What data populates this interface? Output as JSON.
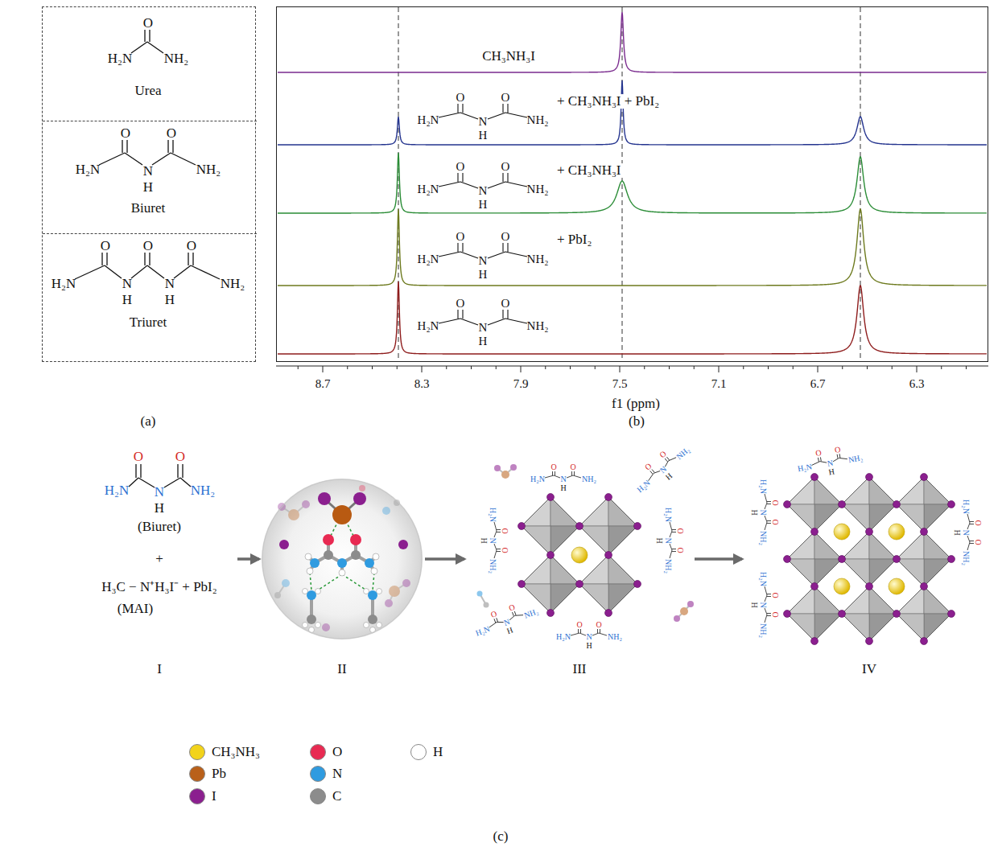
{
  "diagram": {
    "nodes": [
      {
        "text": [
          "(a)"
        ]
      },
      {
        "text": [
          "O",
          "H₂N",
          "NH₂",
          "Urea"
        ],
        "in": 0
      },
      {
        "text": [
          "O",
          "O",
          "H₂N",
          "N",
          "NH₂",
          "H",
          "Biuret"
        ],
        "in": 0
      },
      {
        "text": [
          "O",
          "O",
          "O",
          "H₂N",
          "N",
          "N",
          "NH₂",
          "H",
          "H",
          "Triuret"
        ],
        "in": 0
      },
      {
        "text": [
          "(b)"
        ]
      },
      {
        "text": [
          "O",
          "O",
          "H₂N",
          "N",
          "NH₂",
          "H",
          "(Biuret)",
          "+",
          "H₃C − N⁺H₃I⁻ + PbI₂",
          "(MAI)",
          "I"
        ]
      },
      {
        "text": [
          "II"
        ]
      },
      {
        "text": [
          "III"
        ]
      },
      {
        "text": [
          "IV"
        ]
      }
    ],
    "edges": [
      {
        "from": 5,
        "to": 6,
        "arrow": "to"
      },
      {
        "from": 6,
        "to": 7,
        "arrow": "to"
      },
      {
        "from": 7,
        "to": 8,
        "arrow": "to"
      }
    ],
    "labels": [
      "8.7",
      "8.3",
      "7.9",
      "7.5",
      "7.1",
      "6.7",
      "6.3",
      "f1 (ppm)",
      "CH₃NH₃I",
      "O",
      "O",
      "H₂N",
      "N",
      "NH₂",
      "H",
      "+ CH₃NH₃I + PbI₂",
      "O",
      "O",
      "H₂N",
      "N",
      "NH₂",
      "H",
      "+ CH₃NH₃I",
      "O",
      "O",
      "H₂N",
      "N",
      "NH₂",
      "H",
      "+ PbI₂",
      "O",
      "O",
      "H₂N",
      "N",
      "NH₂",
      "H",
      "(c)",
      "O",
      "O",
      "H₂N",
      "N",
      "NH₂",
      "H",
      "O",
      "O",
      "H₂N",
      "N",
      "NH₂",
      "H",
      "O",
      "O",
      "H₂N",
      "N",
      "NH₂",
      "H",
      "O",
      "O",
      "H₂N",
      "N",
      "NH₂",
      "H",
      "O",
      "O",
      "H₂N",
      "N",
      "NH₂",
      "H",
      "O",
      "O",
      "H₂N",
      "N",
      "NH₂",
      "H",
      "O",
      "O",
      "H₂N",
      "N",
      "NH₂",
      "H",
      "O",
      "O",
      "H₂N",
      "N",
      "NH₂",
      "H",
      "O",
      "O",
      "H₂N",
      "N",
      "NH₂",
      "H",
      "O",
      "O",
      "H₂N",
      "N",
      "NH₂",
      "H"
    ],
    "legend": [
      {
        "text": "CH₃NH₃",
        "color": "#f2d31b"
      },
      {
        "text": "Pb",
        "color": "#b9601a"
      },
      {
        "text": "I",
        "color": "#8b1f8f"
      },
      {
        "text": "O",
        "color": "#e82a52"
      },
      {
        "text": "N",
        "color": "#2f9be0"
      },
      {
        "text": "C",
        "color": "#8c8c8c"
      },
      {
        "text": "H",
        "color": "#ffffff"
      }
    ]
  }
}
